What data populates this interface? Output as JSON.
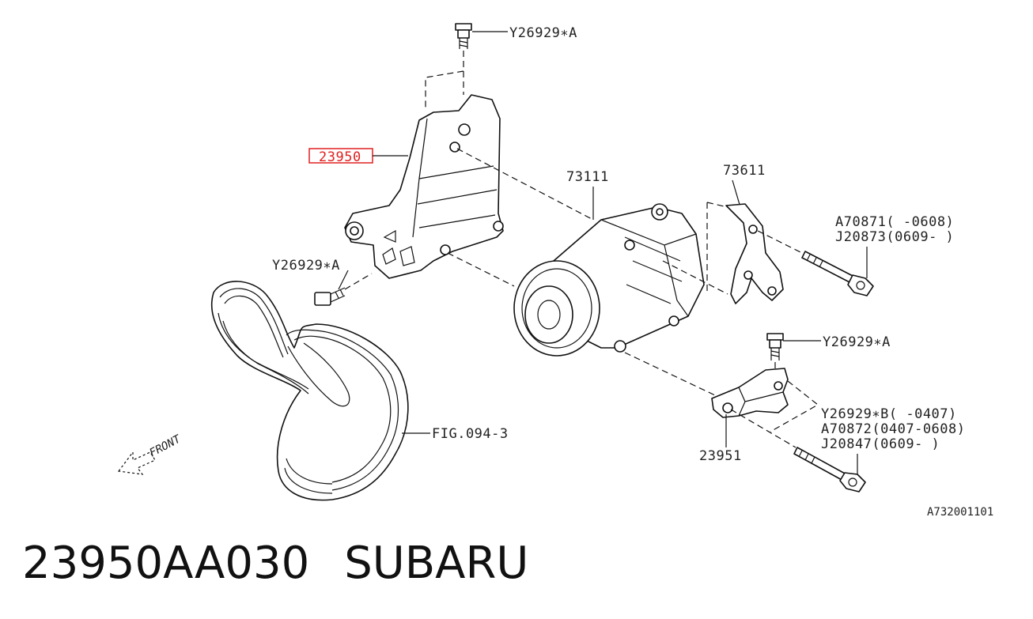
{
  "labels": {
    "bolt_top": "Y26929∗A",
    "bracket_main": "23950",
    "compressor": "73111",
    "bracket_73611": "73611",
    "bolt_a70871": "A70871(  -0608)",
    "bolt_j20873": "J20873(0609-  )",
    "bolt_left": "Y26929∗A",
    "bolt_right": "Y26929∗A",
    "bolt_b": "Y26929∗B(  -0407)",
    "bolt_a70872": "A70872(0407-0608)",
    "bolt_j20847": "J20847(0609-    )",
    "lower_bracket": "23951",
    "belt_ref": "FIG.094-3",
    "front_marker": "FRONT",
    "diagram_code": "A732001101"
  },
  "highlight_color": "#e02020",
  "footer": {
    "part_number": "23950AA030",
    "brand": "SUBARU"
  }
}
